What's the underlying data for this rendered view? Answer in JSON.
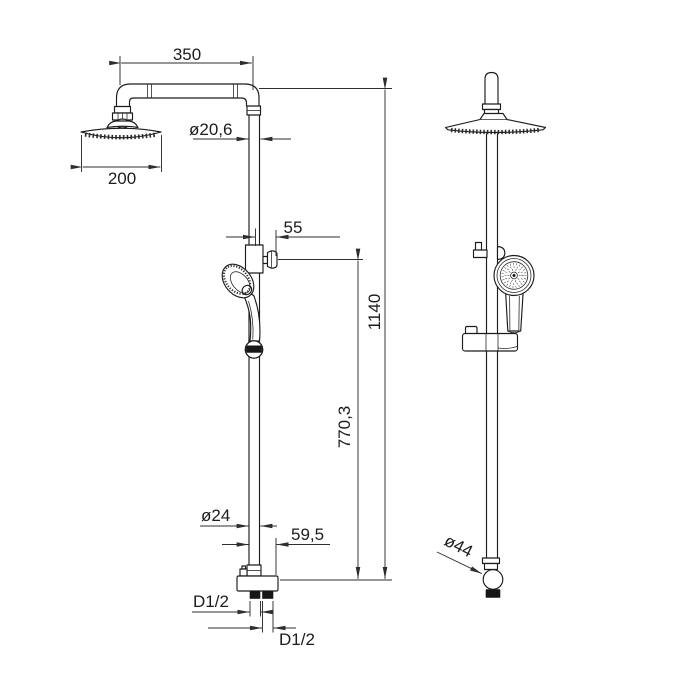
{
  "drawing": {
    "background": "#ffffff",
    "line_color": "#1c1c1c",
    "port_color": "#161616",
    "labels": {
      "arm_length": "350",
      "overhead_diameter": "200",
      "upper_pipe_diameter": "ø20,6",
      "bracket_depth": "55",
      "total_height": "1140",
      "rail_height": "770,3",
      "lower_pipe_diameter": "ø24",
      "valve_depth": "59,5",
      "inlet_thread_left": "D1/2",
      "inlet_thread_right": "D1/2",
      "bottom_connector_diameter": "ø44"
    }
  }
}
